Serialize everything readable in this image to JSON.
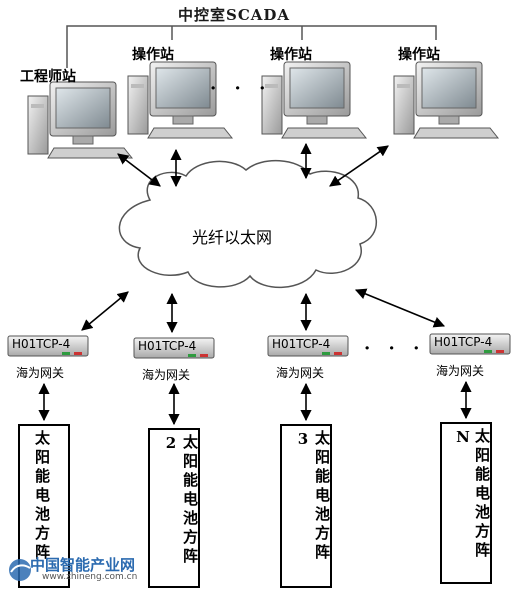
{
  "title": "中控室SCADA",
  "stations": {
    "engineer": "工程师站",
    "operator_1": "操作站",
    "operator_2": "操作站",
    "operator_3": "操作站",
    "ellipsis": "· · ·"
  },
  "network": {
    "label": "光纤以太网"
  },
  "gateways": {
    "model": "H01TCP-4",
    "name": "海为网关",
    "ellipsis": "· · ·",
    "items": [
      {
        "model": "H01TCP-4",
        "name": "海为网关"
      },
      {
        "model": "H01TCP-4",
        "name": "海为网关"
      },
      {
        "model": "H01TCP-4",
        "name": "海为网关"
      },
      {
        "model": "H01TCP-4",
        "name": "海为网关"
      }
    ]
  },
  "panels": [
    {
      "label": "太阳能电池方阵"
    },
    {
      "label": "太阳能电池方阵2"
    },
    {
      "label": "太阳能电池方阵3"
    },
    {
      "label": "太阳能电池方阵N"
    }
  ],
  "watermark": {
    "text": "中国智能产业网",
    "url": "www.zhineng.com.cn"
  },
  "colors": {
    "line": "#000000",
    "cloud_stroke": "#555555",
    "gateway_body": "#d9d9d9",
    "gateway_led": "#2e9b3f",
    "watermark": "#2c6bb0"
  }
}
